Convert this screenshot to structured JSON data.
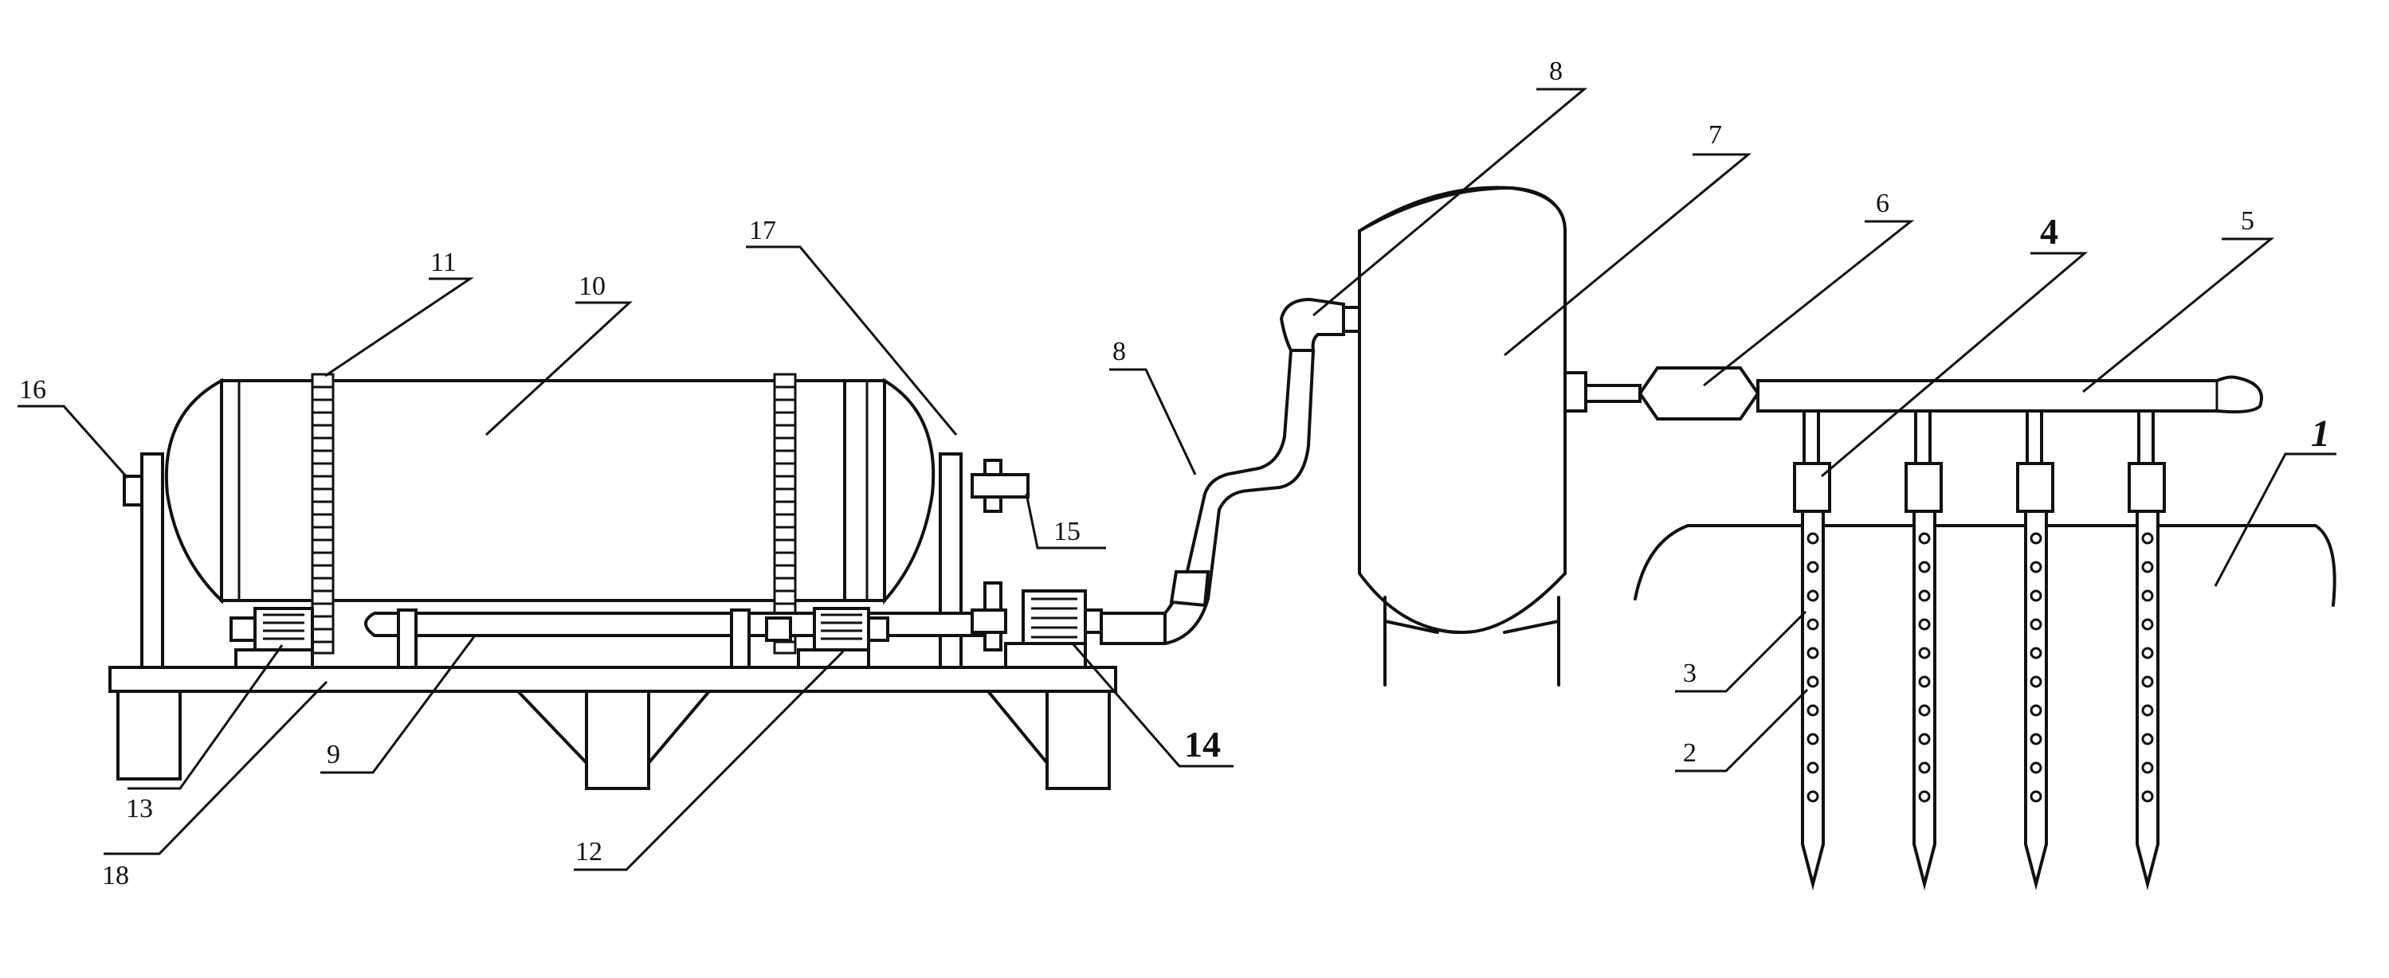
{
  "labels": {
    "l1": "1",
    "l2": "2",
    "l3": "3",
    "l4": "4",
    "l5": "5",
    "l6": "6",
    "l7": "7",
    "l8a": "8",
    "l8b": "8",
    "l9": "9",
    "l10": "10",
    "l11": "11",
    "l12": "12",
    "l13": "13",
    "l14": "14",
    "l15": "15",
    "l16": "16",
    "l17": "17",
    "l18": "18"
  }
}
